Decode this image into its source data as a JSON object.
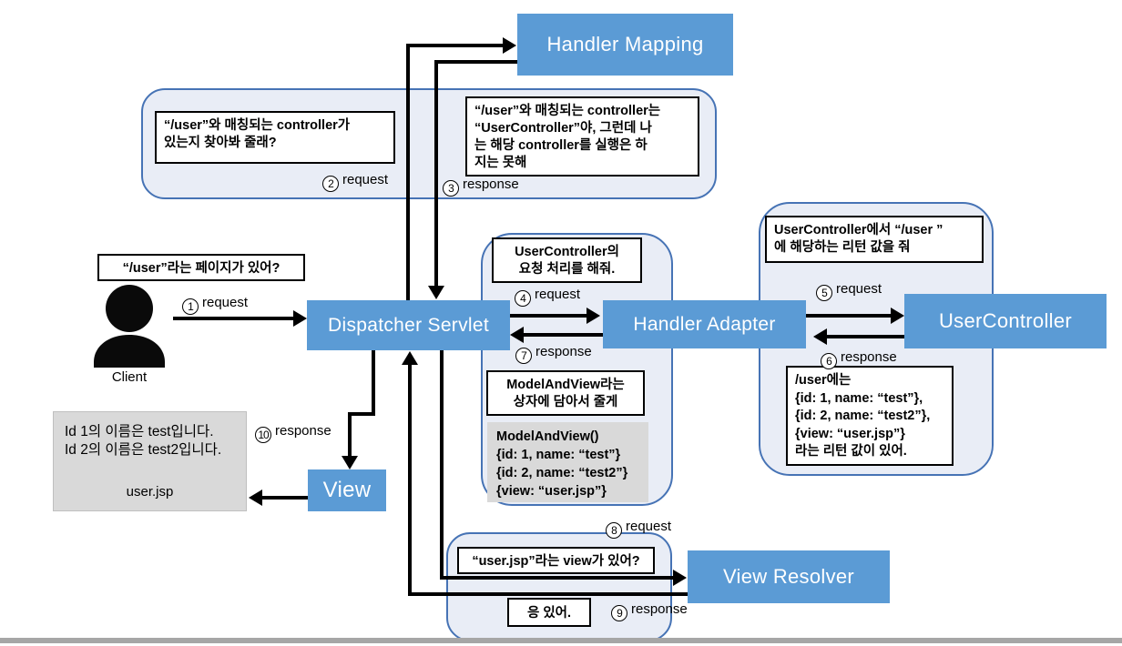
{
  "colors": {
    "node_blue": "#5B9BD5",
    "bubble_fill": "#E9EDF6",
    "bubble_border": "#4673B5",
    "gray_fill": "#D9D9D9",
    "bottom_bar": "#A6A6A6"
  },
  "nodes": {
    "handler_mapping": "Handler Mapping",
    "dispatcher_servlet": "Dispatcher Servlet",
    "handler_adapter": "Handler Adapter",
    "user_controller": "UserController",
    "view_resolver": "View Resolver",
    "view": "View"
  },
  "client": {
    "label": "Client",
    "icon": "person-icon"
  },
  "notes": {
    "find_controller": {
      "lines": [
        "“/user”와 매칭되는 controller가",
        "있는지 찾아봐 줄래?"
      ]
    },
    "found_controller": {
      "lines": [
        "“/user”와 매칭되는 controller는",
        "“UserController”야, 그런데 나",
        "는 해당 controller를 실행은 하",
        "지는 못해"
      ]
    },
    "client_question": {
      "lines": [
        "“/user”라는 페이지가 있어?"
      ]
    },
    "handle_request": {
      "lines": [
        "UserController의",
        "요청 처리를 해줘."
      ]
    },
    "model_and_view_wrap": {
      "lines": [
        "ModelAndView라는",
        "상자에 담아서 줄게"
      ]
    },
    "give_return": {
      "lines": [
        "UserController에서 “/user ”",
        "에 해당하는 리턴 값을 줘"
      ]
    },
    "user_return": {
      "lines": [
        "/user에는",
        "{id: 1, name: “test”},",
        "{id: 2, name: “test2”},",
        "{view: “user.jsp”}",
        "라는 리턴 값이 있어."
      ]
    },
    "view_question": {
      "lines": [
        "“user.jsp”라는 view가 있어?"
      ]
    },
    "view_answer": {
      "lines": [
        "응 있어."
      ]
    }
  },
  "gray_boxes": {
    "model_and_view": {
      "lines": [
        "ModelAndView()",
        "{id: 1, name: “test”}",
        "{id: 2, name: “test2”}",
        "{view: “user.jsp”}"
      ]
    },
    "user_jsp_render": {
      "lines": [
        "Id 1의 이름은 test입니다.",
        "Id 2의 이름은 test2입니다."
      ],
      "footer": "user.jsp"
    }
  },
  "labels": {
    "l1": {
      "num": "1",
      "text": "request"
    },
    "l2": {
      "num": "2",
      "text": "request"
    },
    "l3": {
      "num": "3",
      "text": "response"
    },
    "l4": {
      "num": "4",
      "text": "request"
    },
    "l5": {
      "num": "5",
      "text": "request"
    },
    "l6": {
      "num": "6",
      "text": "response"
    },
    "l7": {
      "num": "7",
      "text": "response"
    },
    "l8": {
      "num": "8",
      "text": "request"
    },
    "l9": {
      "num": "9",
      "text": "response"
    },
    "l10": {
      "num": "10",
      "text": "response"
    }
  }
}
